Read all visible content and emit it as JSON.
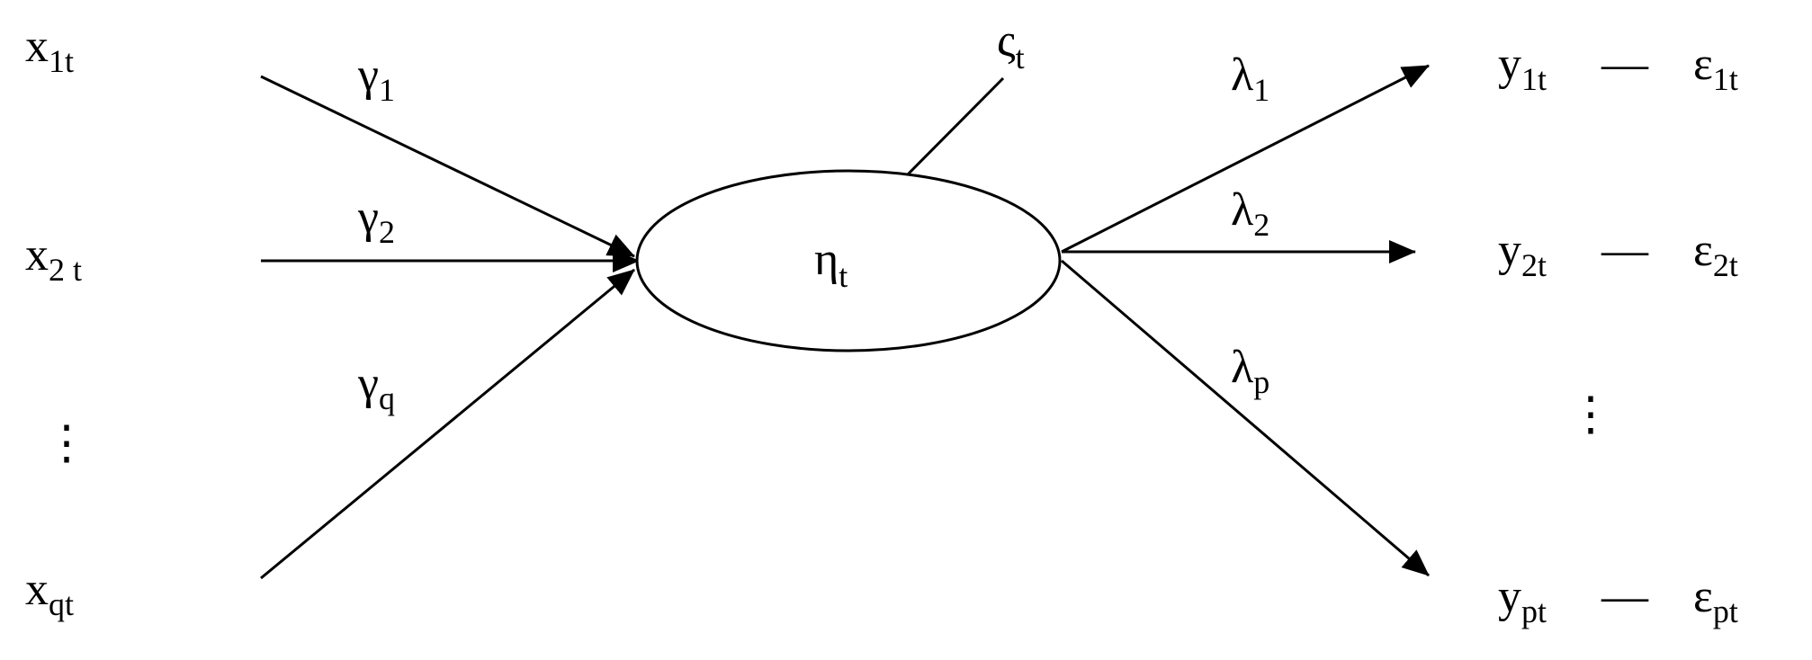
{
  "latent": {
    "base": "η",
    "sub": "t"
  },
  "disturbance": {
    "base": "ς",
    "sub": "t"
  },
  "inputs": [
    {
      "base": "x",
      "sub": "1t"
    },
    {
      "base": "x",
      "sub": "2 t"
    },
    {
      "base": "x",
      "sub": "qt"
    }
  ],
  "input_ellipsis": "⋮",
  "gammas": [
    {
      "base": "γ",
      "sub": "1"
    },
    {
      "base": "γ",
      "sub": "2"
    },
    {
      "base": "γ",
      "sub": "q"
    }
  ],
  "lambdas": [
    {
      "base": "λ",
      "sub": "1"
    },
    {
      "base": "λ",
      "sub": "2"
    },
    {
      "base": "λ",
      "sub": "p"
    }
  ],
  "outputs": [
    {
      "base": "y",
      "sub": "1t"
    },
    {
      "base": "y",
      "sub": "2t"
    },
    {
      "base": "y",
      "sub": "pt"
    }
  ],
  "output_ellipsis": "⋮",
  "dash": "—",
  "errors": [
    {
      "base": "ε",
      "sub": "1t"
    },
    {
      "base": "ε",
      "sub": "2t"
    },
    {
      "base": "ε",
      "sub": "pt"
    }
  ]
}
